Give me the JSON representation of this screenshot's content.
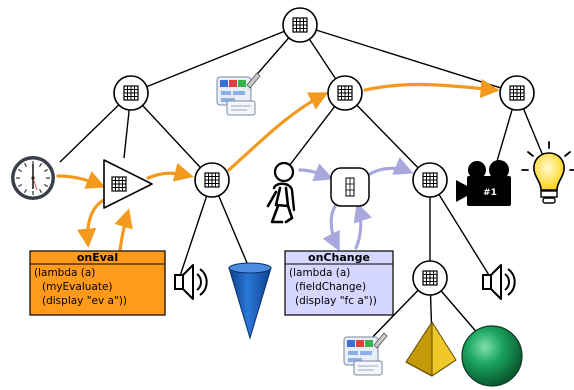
{
  "colors": {
    "route_orange": "#f39a1e",
    "route_blue": "#a9a8dc",
    "oneval_box": "#ff9a1a",
    "onchange_box": "#d6d7ff",
    "cone_blue": "#1d63c4",
    "pyramid_yellow": "#e2b70c",
    "sphere_green": "#119a55",
    "bulb_yellow": "#ffe84a"
  },
  "icons": [
    "node-grid-icon",
    "script-editor-icon",
    "clock-icon",
    "interpolator-triangle-icon",
    "speaker-icon",
    "cone-icon",
    "walking-figure-icon",
    "sensor-capsule-icon",
    "camera-icon",
    "lightbulb-icon",
    "pyramid-icon",
    "sphere-icon"
  ],
  "onEval": {
    "title": "onEval",
    "code": [
      "(lambda (a)",
      "(myEvaluate)",
      "(display \"ev a\"))"
    ]
  },
  "onChange": {
    "title": "onChange",
    "code": [
      "(lambda (a)",
      "(fieldChange)",
      "(display \"fc a\"))"
    ]
  },
  "camera": {
    "label": "#1"
  }
}
